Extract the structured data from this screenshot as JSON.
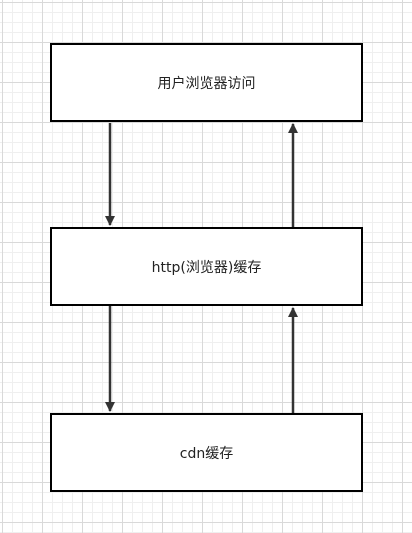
{
  "diagram": {
    "nodes": [
      {
        "id": "browser",
        "label": "用户浏览器访问"
      },
      {
        "id": "http",
        "label": "http(浏览器)缓存"
      },
      {
        "id": "cdn",
        "label": "cdn缓存"
      }
    ],
    "edges": [
      {
        "from": "browser",
        "to": "http"
      },
      {
        "from": "http",
        "to": "browser"
      },
      {
        "from": "http",
        "to": "cdn"
      },
      {
        "from": "cdn",
        "to": "http"
      }
    ],
    "colors": {
      "stroke": "#000000",
      "arrow": "#333333",
      "grid": "#d9d9d9",
      "background": "#ffffff"
    }
  }
}
